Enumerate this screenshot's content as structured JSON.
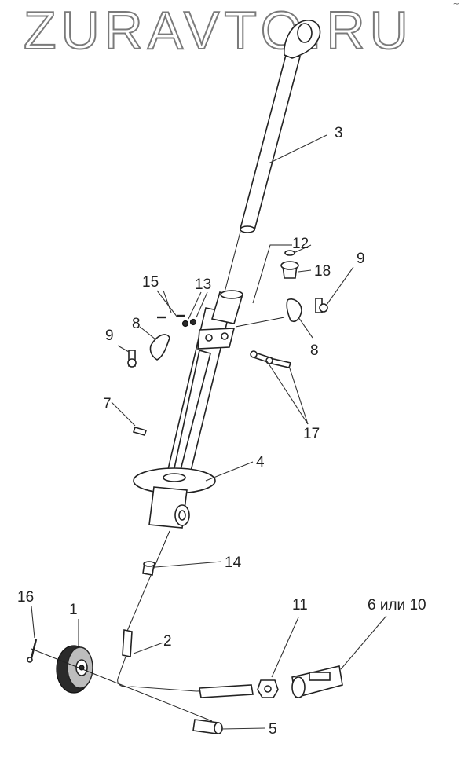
{
  "logo": {
    "text": "ZURAVTO.RU"
  },
  "corner_mark": "~",
  "callouts": {
    "c1": "1",
    "c2": "2",
    "c3": "3",
    "c4": "4",
    "c5": "5",
    "c6_10": "6 или 10",
    "c7": "7",
    "c8a": "8",
    "c8b": "8",
    "c9a": "9",
    "c9b": "9",
    "c11": "11",
    "c12": "12",
    "c13": "13",
    "c14": "14",
    "c15": "15",
    "c16": "16",
    "c17": "17",
    "c18": "18"
  }
}
